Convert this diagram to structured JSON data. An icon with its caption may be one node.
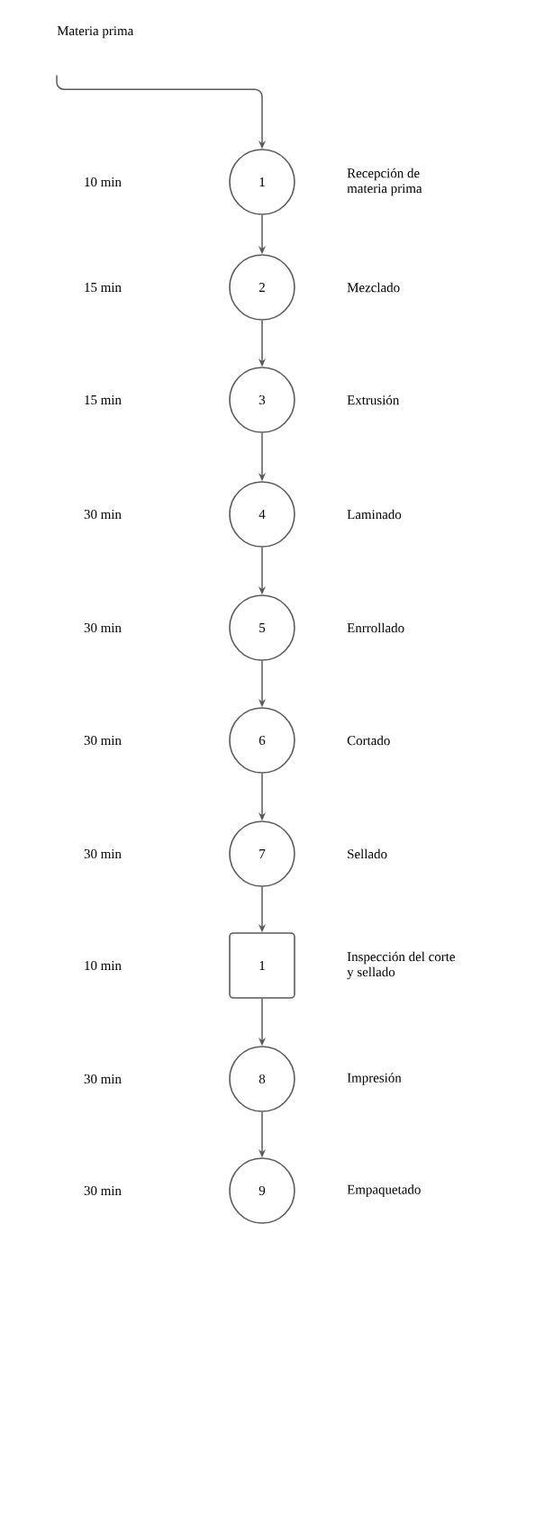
{
  "diagram": {
    "nodes": [
      {
        "text": [
          "Materia prima"
        ]
      },
      {
        "text": [
          "1"
        ],
        "beside": [
          "Recepción de materia prima"
        ]
      },
      {
        "text": [
          "2"
        ],
        "beside": [
          "Mezclado"
        ]
      },
      {
        "text": [
          "3"
        ],
        "beside": [
          "Extrusión"
        ]
      },
      {
        "text": [
          "4"
        ],
        "beside": [
          "Laminado"
        ]
      },
      {
        "text": [
          "5"
        ],
        "beside": [
          "Enrrollado"
        ]
      },
      {
        "text": [
          "6"
        ],
        "beside": [
          "Cortado"
        ]
      },
      {
        "text": [
          "7"
        ],
        "beside": [
          "Sellado"
        ]
      },
      {
        "text": [
          "1"
        ],
        "beside": [
          "Inspección del corte y sellado"
        ]
      },
      {
        "text": [
          "8"
        ],
        "beside": [
          "Impresión"
        ]
      },
      {
        "text": [
          "9"
        ],
        "beside": [
          "Empaquetado"
        ]
      }
    ],
    "edges": [
      {
        "from": 0,
        "to": 1,
        "arrow": "to"
      },
      {
        "from": 1,
        "to": 2,
        "arrow": "to"
      },
      {
        "from": 2,
        "to": 3,
        "arrow": "to"
      },
      {
        "from": 3,
        "to": 4,
        "arrow": "to"
      },
      {
        "from": 4,
        "to": 5,
        "arrow": "to"
      },
      {
        "from": 5,
        "to": 6,
        "arrow": "to"
      },
      {
        "from": 6,
        "to": 7,
        "arrow": "to"
      },
      {
        "from": 7,
        "to": 8,
        "arrow": "to"
      },
      {
        "from": 8,
        "to": 9,
        "arrow": "to"
      },
      {
        "from": 9,
        "to": 10,
        "arrow": "to"
      }
    ],
    "labels": [
      "10 min",
      "15 min",
      "15 min",
      "30 min",
      "30 min",
      "30 min",
      "30 min",
      "10 min",
      "30 min",
      "30 min"
    ]
  }
}
